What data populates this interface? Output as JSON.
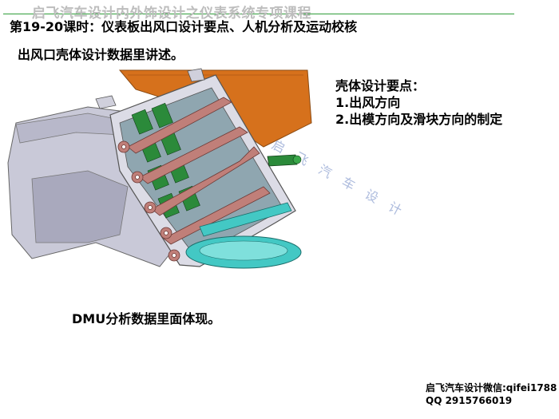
{
  "header": {
    "course_title": "启飞汽车设计内外饰设计之仪表系统专项课程",
    "lesson_title": "第19-20课时：仪表板出风口设计要点、人机分析及运动校核",
    "subtitle": "出风口壳体设计数据里讲述。"
  },
  "key_points": {
    "heading": "壳体设计要点：",
    "items": [
      "1.出风方向",
      "2.出模方向及滑块方向的制定"
    ]
  },
  "watermark": "启 飞 汽 车 设 计",
  "dmu_note": "DMU分析数据里面体现。",
  "contact": {
    "wechat": "启飞汽车设计微信:qifei1788",
    "qq": "QQ 2915766019"
  },
  "colors": {
    "accent_line": "#2f9e3a",
    "housing": "#c9c9d8",
    "louver": "#c07f79",
    "grille": "#2b8a3a",
    "knob": "#43c8c4",
    "duct": "#d6711c"
  }
}
